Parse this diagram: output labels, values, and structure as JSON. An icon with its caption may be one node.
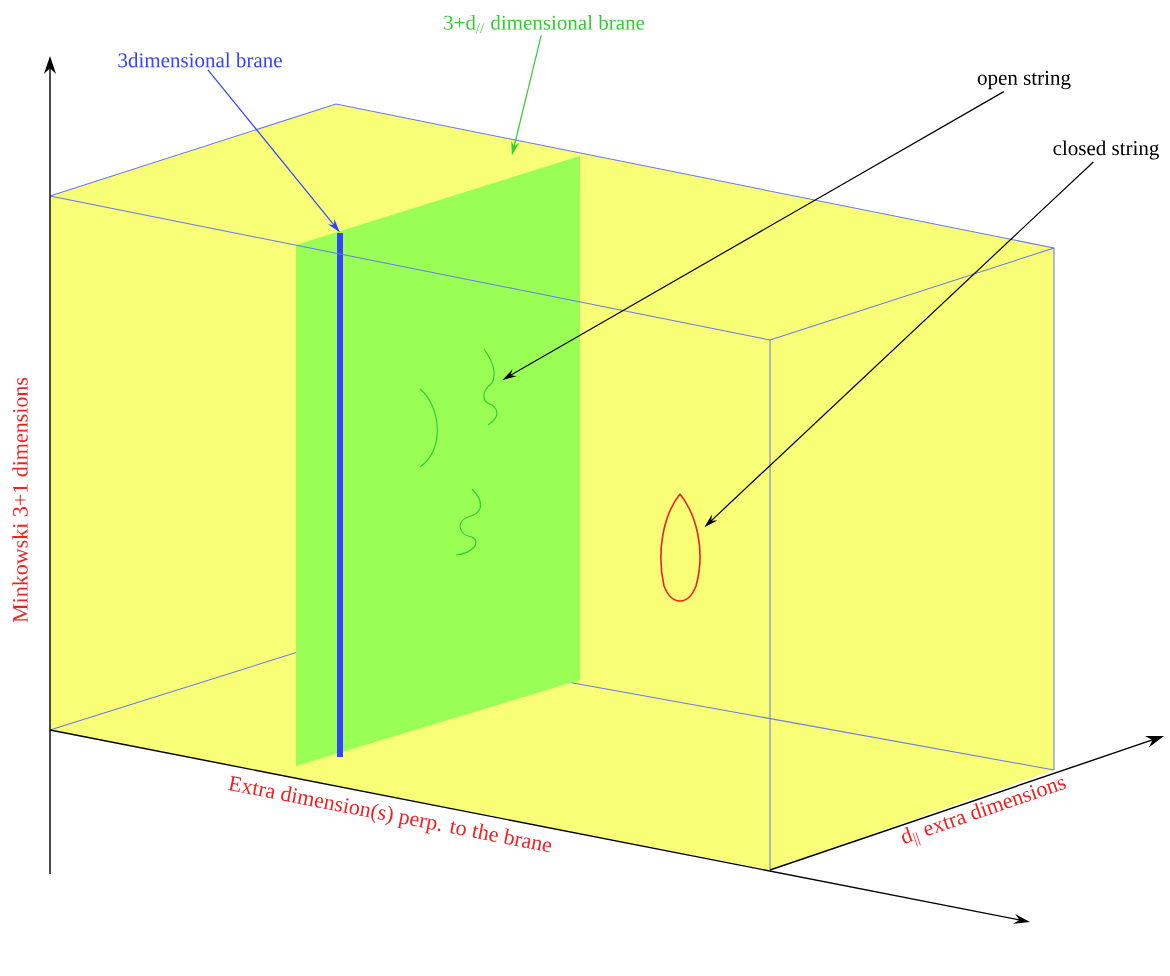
{
  "diagram": {
    "nodes": [
      {
        "text": [
          "3dimensional brane"
        ]
      },
      {
        "text": [
          "3+d$_{//}$ dimensional brane"
        ]
      },
      {
        "text": [],
        "shape": "box"
      },
      {
        "text": [],
        "shape": "bar",
        "in": 2
      },
      {
        "text": [],
        "shape": "curve",
        "in": 2
      },
      {
        "text": [],
        "shape": "curve",
        "in": 2
      },
      {
        "text": [],
        "shape": "curve",
        "in": 2
      },
      {
        "text": [
          "open string"
        ]
      },
      {
        "text": [
          "closed string"
        ]
      },
      {
        "text": [],
        "shape": "loop"
      }
    ],
    "edges": [
      {
        "from": 0,
        "to": 3,
        "arrow": "to",
        "color": "#3344ff"
      },
      {
        "from": 1,
        "to": 2,
        "arrow": "to",
        "color": "#33cc33"
      },
      {
        "from": 7,
        "to": 6,
        "arrow": "to"
      },
      {
        "from": 8,
        "to": 9,
        "arrow": "to"
      }
    ],
    "labels": [
      "Minkowski 3+1 dimensions",
      "Extra dimension(s) perp. to the brane",
      "d$_{||}$ extra dimensions"
    ]
  }
}
